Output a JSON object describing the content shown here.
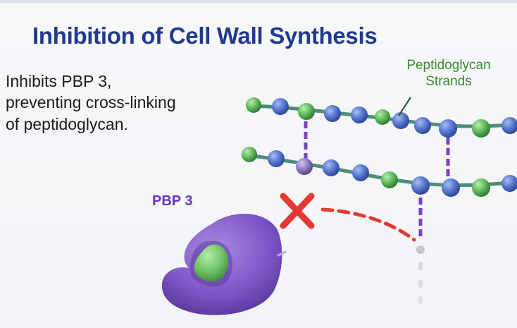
{
  "title": "Inhibition of Cell Wall Synthesis",
  "description": {
    "lines": [
      "Inhibits PBP 3,",
      "preventing cross-linking",
      "of peptidoglycan."
    ]
  },
  "labels": {
    "strands_line1": "Peptidoglycan",
    "strands_line2": "Strands",
    "enzyme": "PBP 3"
  },
  "colors": {
    "title": "#1f3a8f",
    "strand_label": "#3a8a2e",
    "enzyme": "#7d55c9",
    "enzyme_pocket": "#6fc46a",
    "bead_blue": "#4f6fc9",
    "bead_green": "#5cb15a",
    "bead_purple": "#8a77b6",
    "link": "#7b3fc6",
    "inhibit_x": "#e23a32",
    "inhibit_path": "#e23a32"
  },
  "icons": {
    "block": "x-mark-icon"
  }
}
